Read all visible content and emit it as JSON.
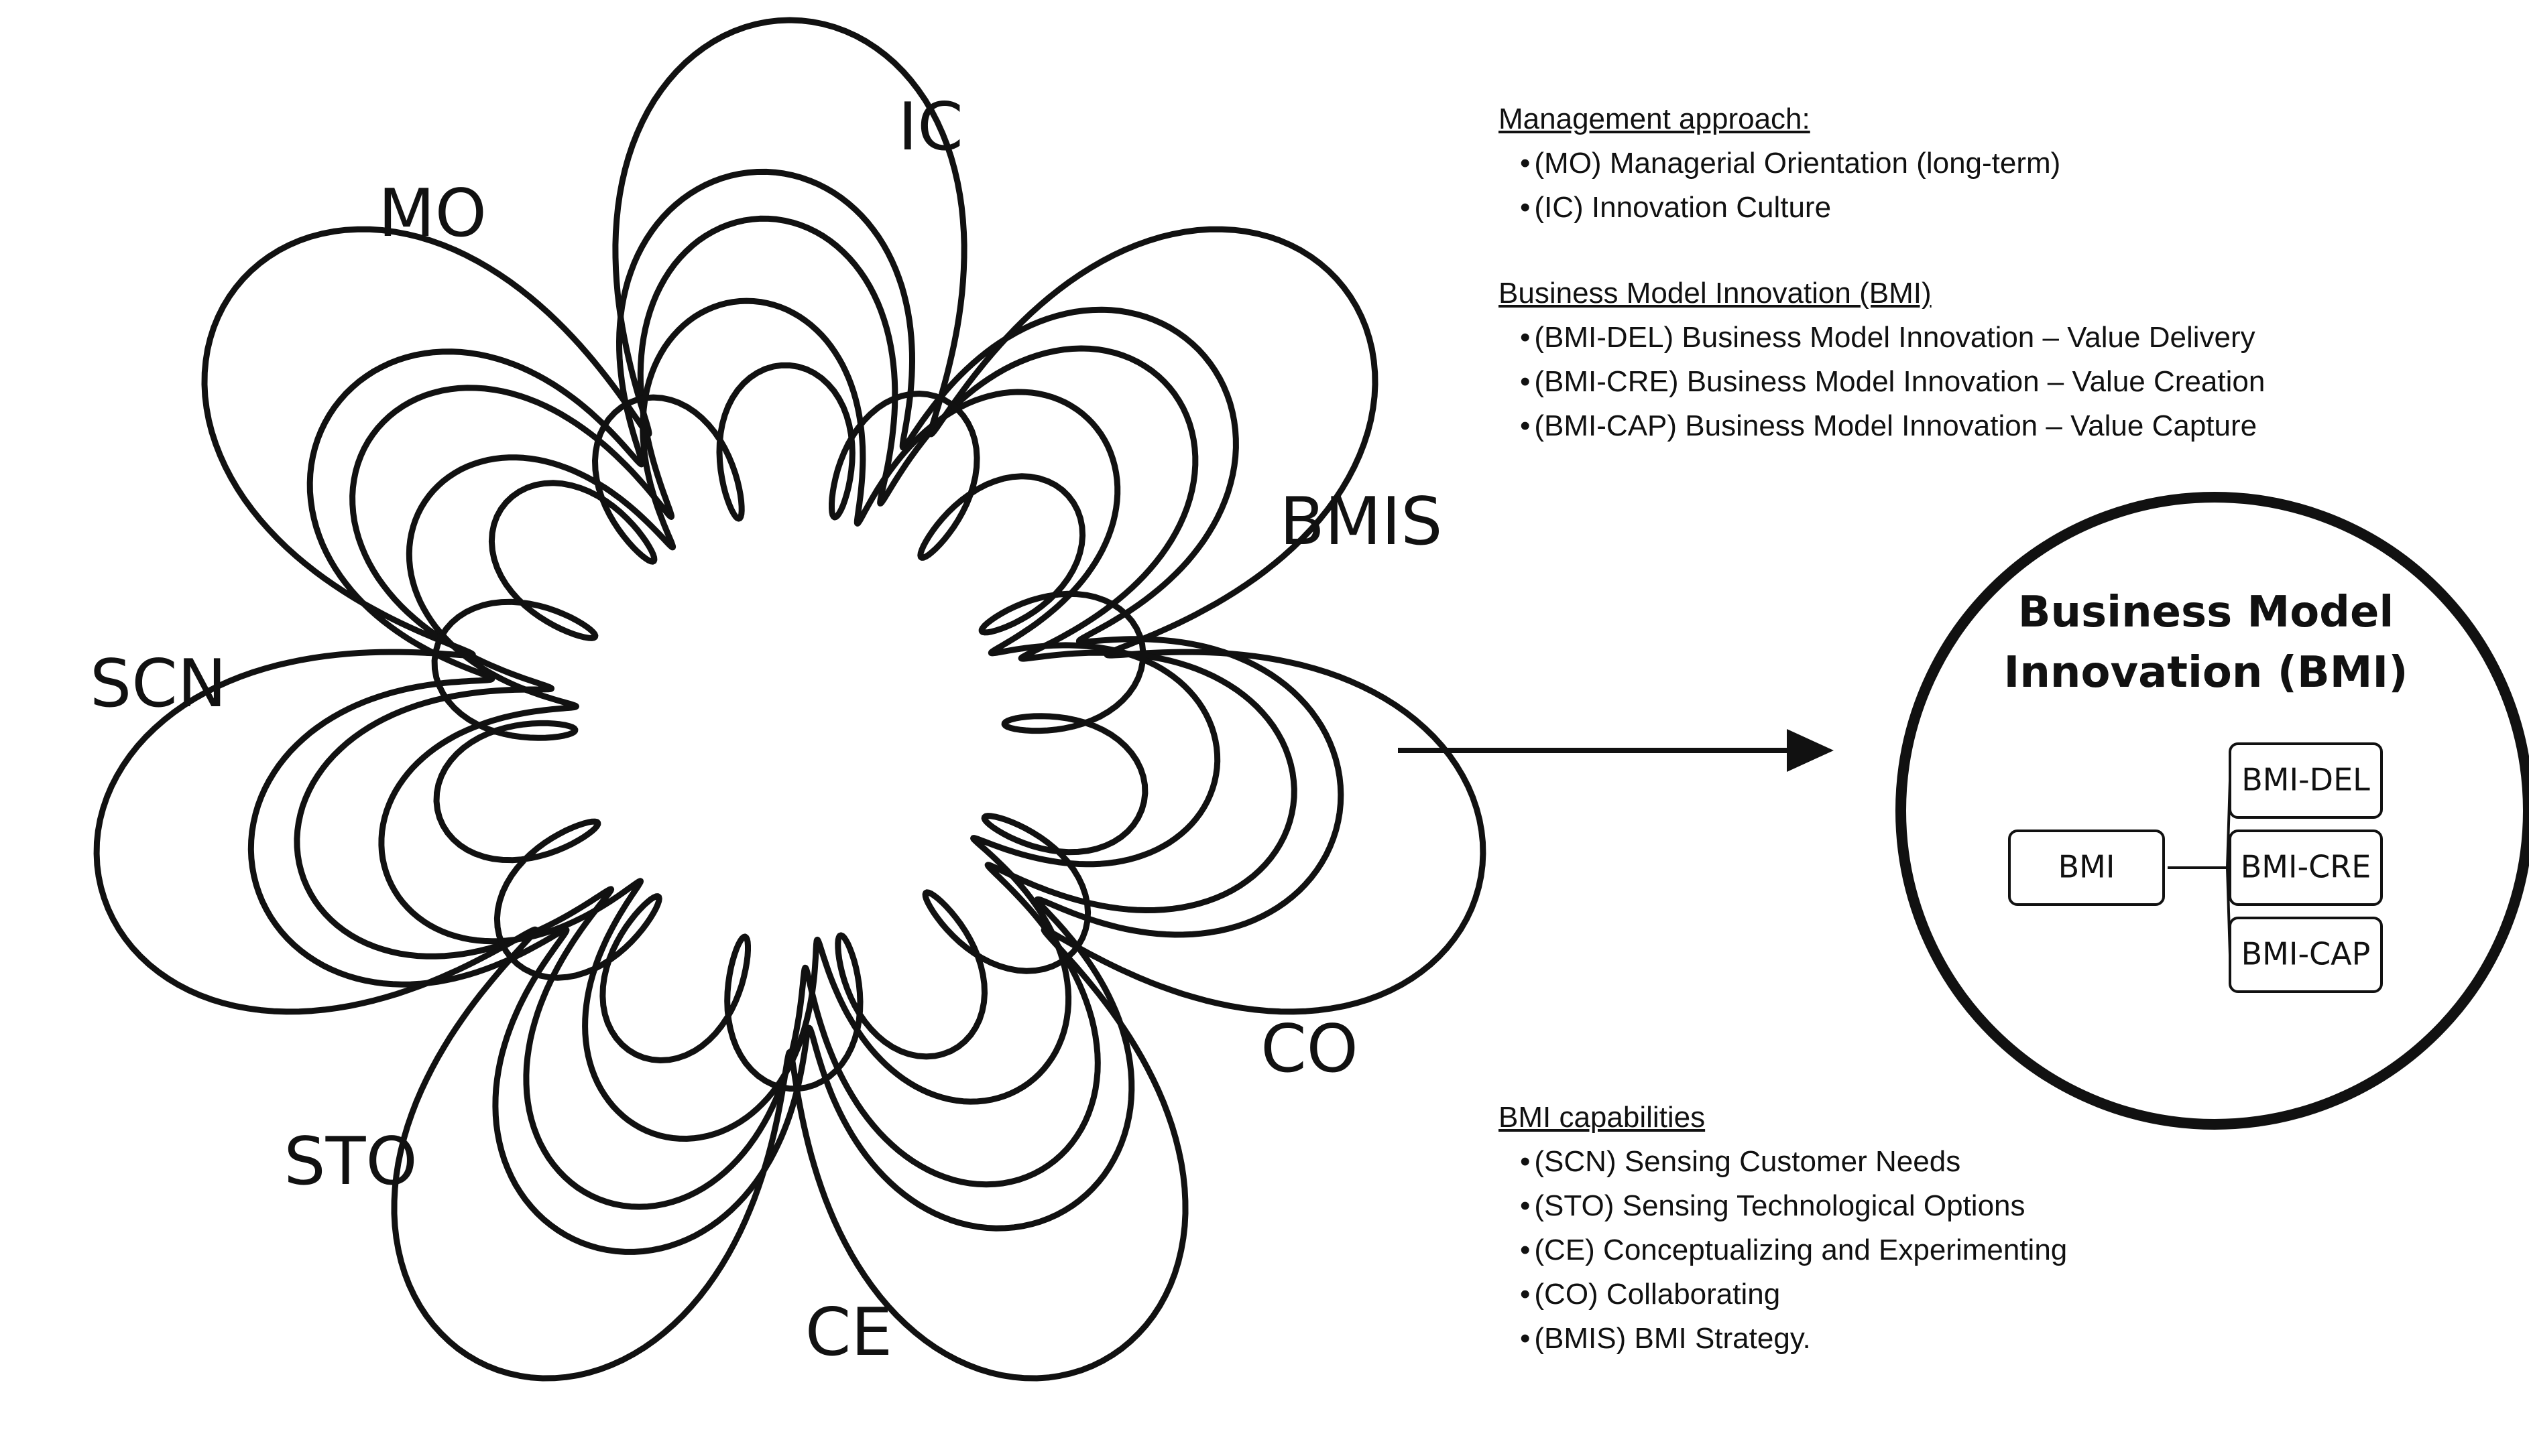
{
  "knot": {
    "labels": [
      "IC",
      "MO",
      "SCN",
      "STO",
      "CE",
      "CO",
      "BMIS"
    ]
  },
  "legend": {
    "management": {
      "heading": "Management approach:",
      "items": [
        "(MO) Managerial Orientation (long-term)",
        "(IC) Innovation Culture"
      ]
    },
    "bmi": {
      "heading": "Business Model Innovation (BMI)",
      "items": [
        "(BMI-DEL) Business Model Innovation – Value Delivery",
        "(BMI-CRE) Business Model Innovation – Value Creation",
        "(BMI-CAP) Business Model Innovation – Value Capture"
      ]
    },
    "capabilities": {
      "heading": "BMI capabilities",
      "items": [
        "(SCN) Sensing Customer Needs",
        "(STO) Sensing Technological Options",
        "(CE) Conceptualizing and Experimenting",
        "(CO) Collaborating",
        "(BMIS) BMI Strategy."
      ]
    }
  },
  "bmi_circle": {
    "title_line1": "Business Model",
    "title_line2": "Innovation (BMI)",
    "root": "BMI",
    "children": [
      "BMI-DEL",
      "BMI-CRE",
      "BMI-CAP"
    ]
  }
}
